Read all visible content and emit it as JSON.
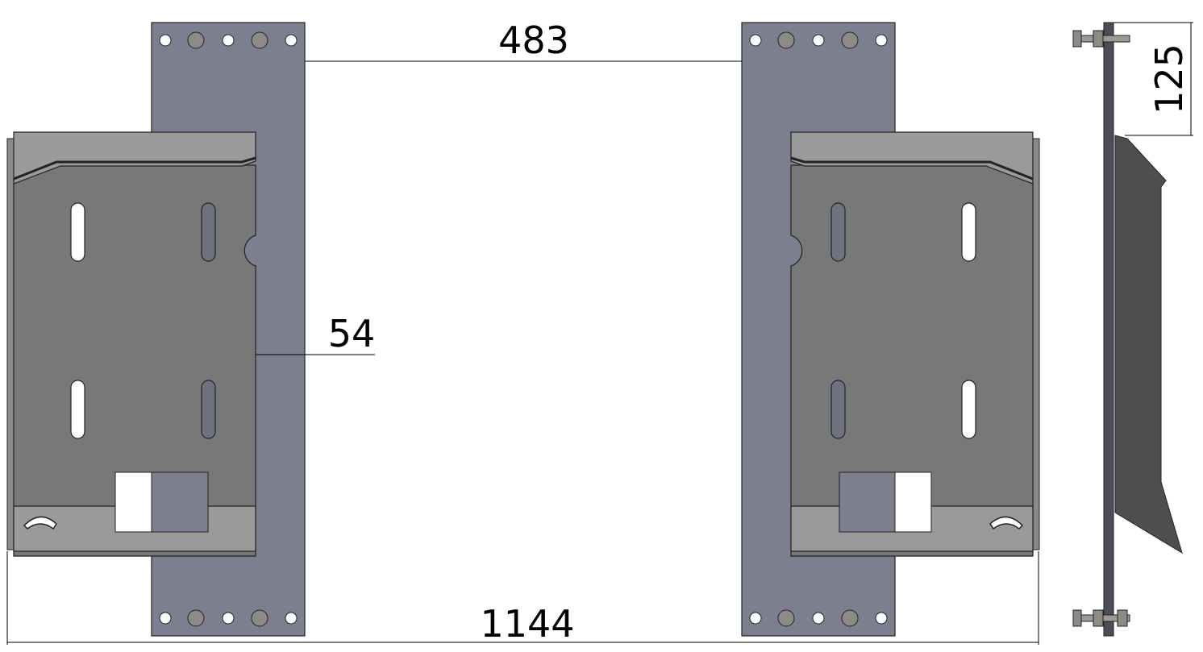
{
  "dimensions": {
    "spacing_between_plates": "483",
    "offset": "54",
    "overall_width": "1144",
    "side_height": "125"
  },
  "colors": {
    "plate": "#7b7f8f",
    "carrier_body": "#787878",
    "carrier_cap": "#9a9a9a",
    "edge": "#222222",
    "dimension_line": "#000000",
    "side_blade": "#4e4e4e",
    "bolt_head": "#8e8a86"
  }
}
